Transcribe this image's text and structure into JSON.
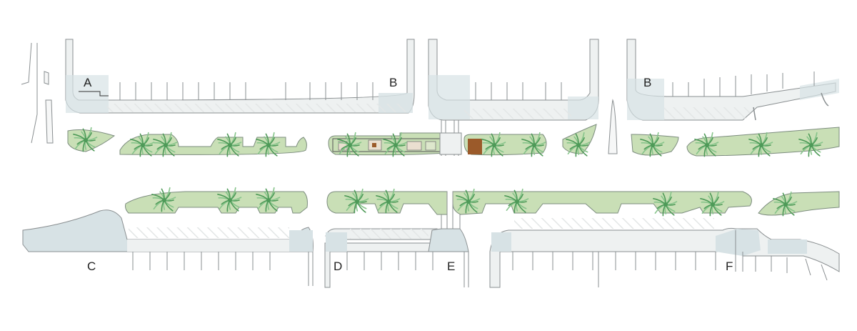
{
  "colors": {
    "background": "#ffffff",
    "curb_line": "#8a8f91",
    "sidewalk": "#eef1f1",
    "ramp_blue": "#d7e2e5",
    "planter_green": "#c9dfb6",
    "planter_edge": "#7c8c7e",
    "tree_canopy": "#4e9a58",
    "tree_light": "#86c48a",
    "bench_wood": "#9b5a2a",
    "parking_hatch": "#e6e8e8"
  },
  "labels": {
    "a": "A",
    "b1": "B",
    "b2": "B",
    "c": "C",
    "d": "D",
    "e": "E",
    "f": "F"
  },
  "icons": {
    "tree": "palm-tree-icon",
    "bench": "bench-icon"
  }
}
